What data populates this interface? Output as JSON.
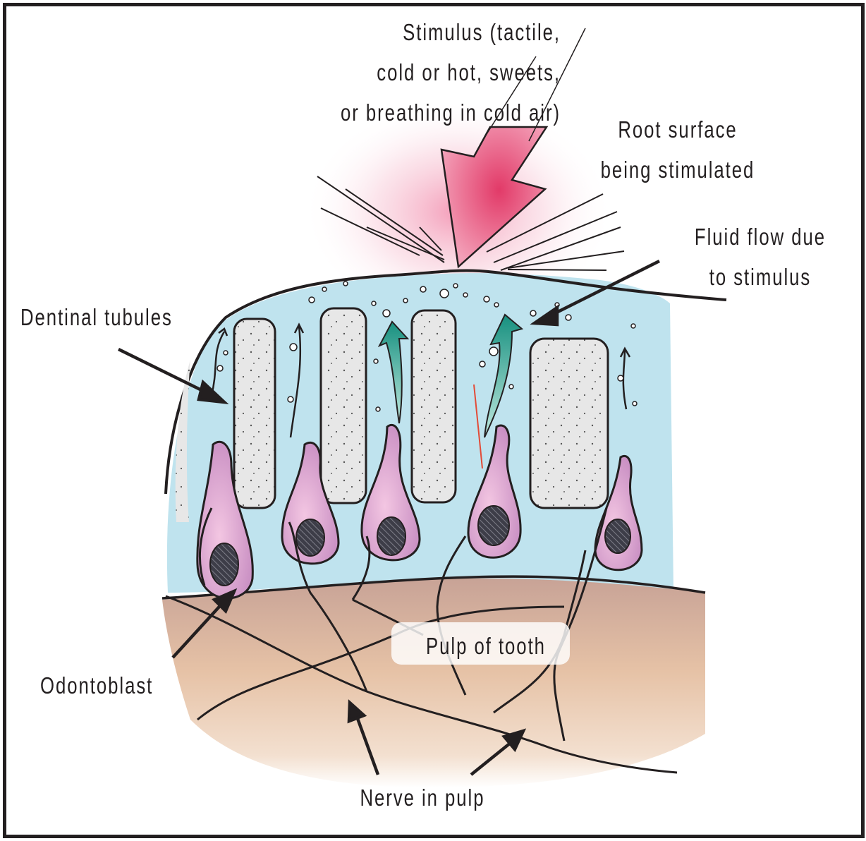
{
  "figure": {
    "title": "Dentin hypersensitivity mechanism (hydrodynamic theory)",
    "colors": {
      "stimulus_arrow": "#e8466e",
      "fluid": "#bfe3ee",
      "dentin": "#e6e6e6",
      "odontoblast": "#e3a7cf",
      "nucleus": "#3b3b45",
      "pulp_upper": "#c9a597",
      "pulp_lower": "#e9c6a8",
      "flow_arrow": "#1f9c8c",
      "outline": "#231f20"
    }
  },
  "labels": {
    "stimulus": [
      "Stimulus (tactile,",
      "cold or hot, sweets,",
      "or breathing in cold air)"
    ],
    "root_surface": [
      "Root surface",
      "being stimulated"
    ],
    "fluid_flow": [
      "Fluid flow due",
      "to stimulus"
    ],
    "dentinal_tubules": "Dentinal tubules",
    "odontoblast": "Odontoblast",
    "pulp": "Pulp of tooth",
    "nerve": "Nerve in pulp"
  }
}
